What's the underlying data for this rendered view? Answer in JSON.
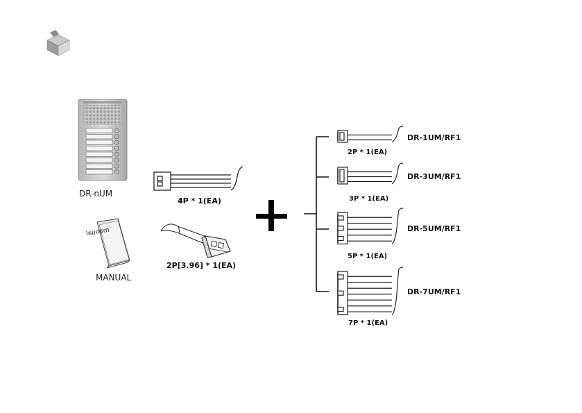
{
  "header": {
    "icon": "package-box-icon"
  },
  "panel": {
    "name": "DR-nUM"
  },
  "manual": {
    "label": "MANUAL",
    "cover_text": "manual"
  },
  "cables": {
    "four_pin": "4P * 1(EA)",
    "two_pin": "2P[3.96] * 1(EA)"
  },
  "plus_symbol": "+",
  "options": [
    {
      "model": "DR-1UM/RF1",
      "connector": "2P * 1(EA)",
      "pins": 2
    },
    {
      "model": "DR-3UM/RF1",
      "connector": "3P * 1(EA)",
      "pins": 3
    },
    {
      "model": "DR-5UM/RF1",
      "connector": "5P * 1(EA)",
      "pins": 5
    },
    {
      "model": "DR-7UM/RF1",
      "connector": "7P * 1(EA)",
      "pins": 7
    }
  ]
}
